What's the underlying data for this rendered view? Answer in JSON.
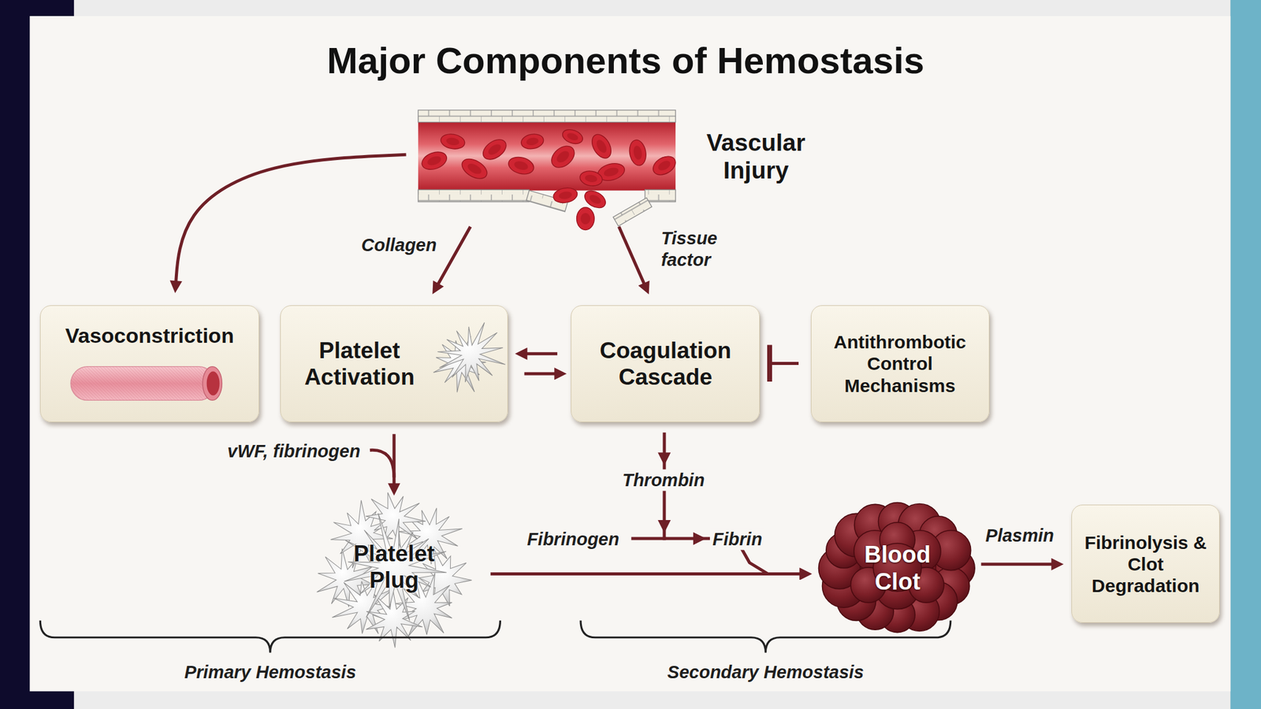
{
  "diagram": {
    "title": "Major Components of Hemostasis",
    "nodes": [
      {
        "text": [
          "Vascular Injury"
        ]
      },
      {
        "text": [
          "Vasoconstriction"
        ]
      },
      {
        "text": [
          "Platelet Activation"
        ]
      },
      {
        "text": [
          "Coagulation Cascade"
        ]
      },
      {
        "text": [
          "Antithrombotic Control Mechanisms"
        ]
      },
      {
        "text": [
          "Platelet Plug"
        ]
      },
      {
        "text": [
          "Blood Clot"
        ]
      },
      {
        "text": [
          "Fibrinolysis & Clot Degradation"
        ]
      }
    ],
    "edges": [
      {
        "from": 0,
        "to": 1,
        "arrow": "to"
      },
      {
        "from": 0,
        "to": 2,
        "label": "Collagen",
        "arrow": "to"
      },
      {
        "from": 0,
        "to": 3,
        "label": "Tissue factor",
        "arrow": "to"
      },
      {
        "from": 3,
        "to": 2,
        "arrow": "to"
      },
      {
        "from": 2,
        "to": 3,
        "arrow": "to"
      },
      {
        "from": 4,
        "to": 3,
        "arrow": "to"
      },
      {
        "from": 2,
        "to": 5,
        "label": "vWF, fibrinogen",
        "arrow": "to"
      },
      {
        "from": 3,
        "to": 6,
        "label": "Thrombin",
        "arrow": "to"
      },
      {
        "from": 5,
        "to": 6,
        "arrow": "to"
      },
      {
        "from": 6,
        "to": 7,
        "label": "Plasmin",
        "arrow": "to"
      }
    ],
    "labels": [
      "Fibrinogen",
      "Fibrin",
      "Primary Hemostasis",
      "Secondary Hemostasis"
    ]
  }
}
